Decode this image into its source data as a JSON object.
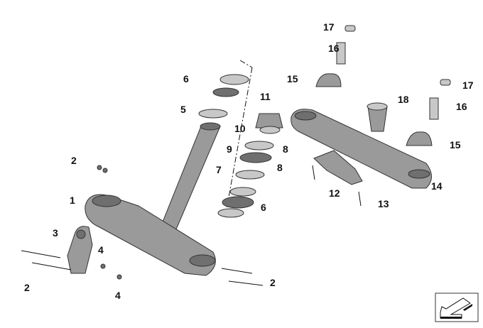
{
  "diagram": {
    "part_labels": [
      "17",
      "16",
      "15",
      "18",
      "17",
      "16",
      "15",
      "14",
      "12",
      "13",
      "11",
      "10",
      "9",
      "8",
      "7",
      "8",
      "6",
      "6",
      "5",
      "2",
      "1",
      "3",
      "4",
      "4",
      "2",
      "2"
    ],
    "nav_icon": "arrow-back-icon"
  }
}
